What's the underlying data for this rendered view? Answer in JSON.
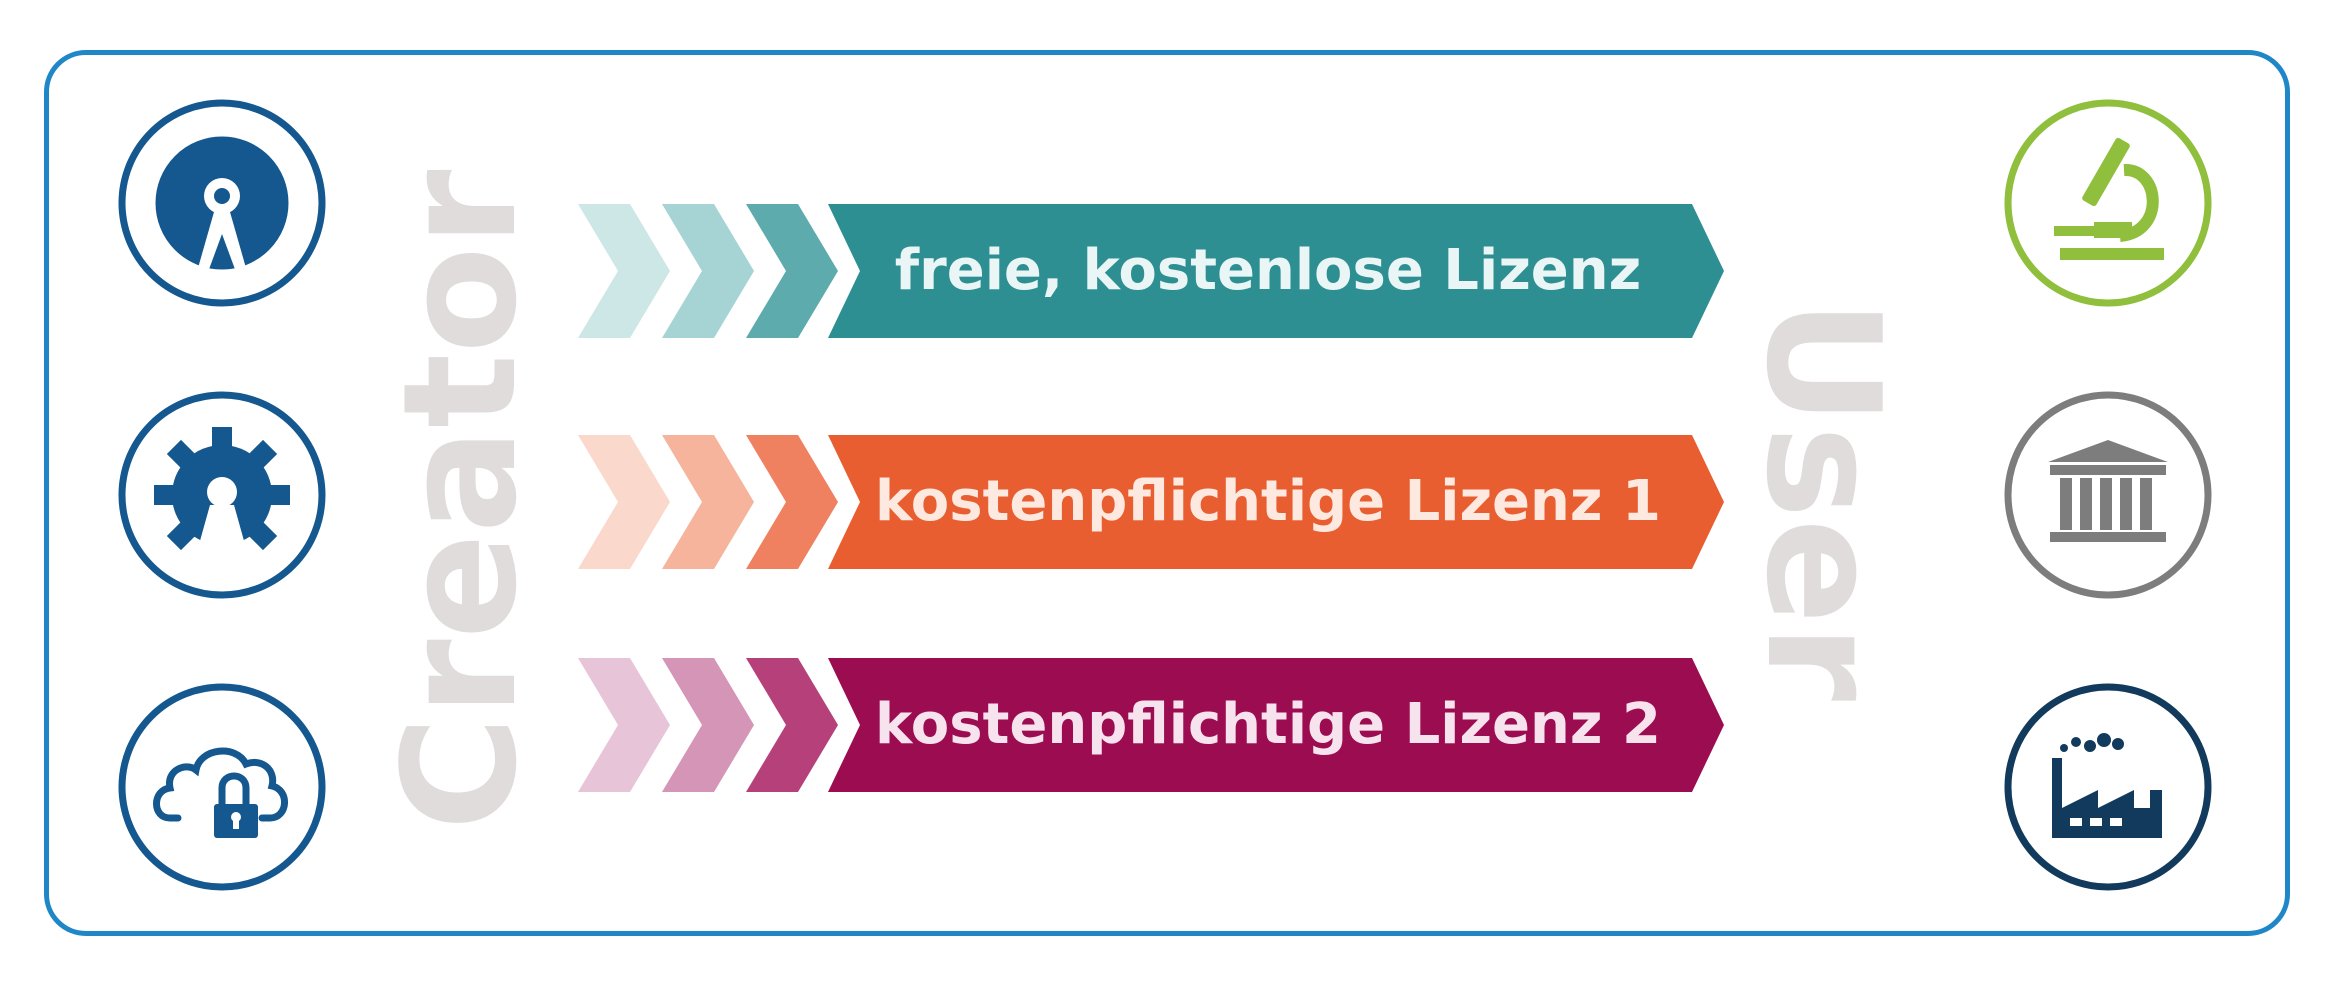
{
  "colors": {
    "frame": "#1f86c8",
    "creator_icons": "#14588f",
    "side_text": "#e0dcdc",
    "band_free": "#2e8f92",
    "band_paid1": "#e95e30",
    "band_paid2": "#9c0c50",
    "user_research": "#8fbf3c",
    "user_institution": "#7d7d7d",
    "user_industry": "#123a5c"
  },
  "creator": {
    "label": "Creator",
    "icons": [
      "open-access-icon",
      "open-source-gear-icon",
      "cloud-lock-icon"
    ]
  },
  "user": {
    "label": "User",
    "icons": [
      "microscope-icon",
      "institution-building-icon",
      "factory-icon"
    ]
  },
  "licenses": [
    {
      "label": "freie, kostenlose Lizenz",
      "color": "#2e8f92",
      "chevrons": [
        "#cde6e6",
        "#a6d3d3",
        "#5dabac"
      ]
    },
    {
      "label": "kostenpflichtige Lizenz 1",
      "color": "#e95e30",
      "chevrons": [
        "#fad8cb",
        "#f5b49b",
        "#f08160"
      ]
    },
    {
      "label": "kostenpflichtige Lizenz 2",
      "color": "#9c0c50",
      "chevrons": [
        "#e8c4d8",
        "#d495b6",
        "#b5407a"
      ]
    }
  ]
}
